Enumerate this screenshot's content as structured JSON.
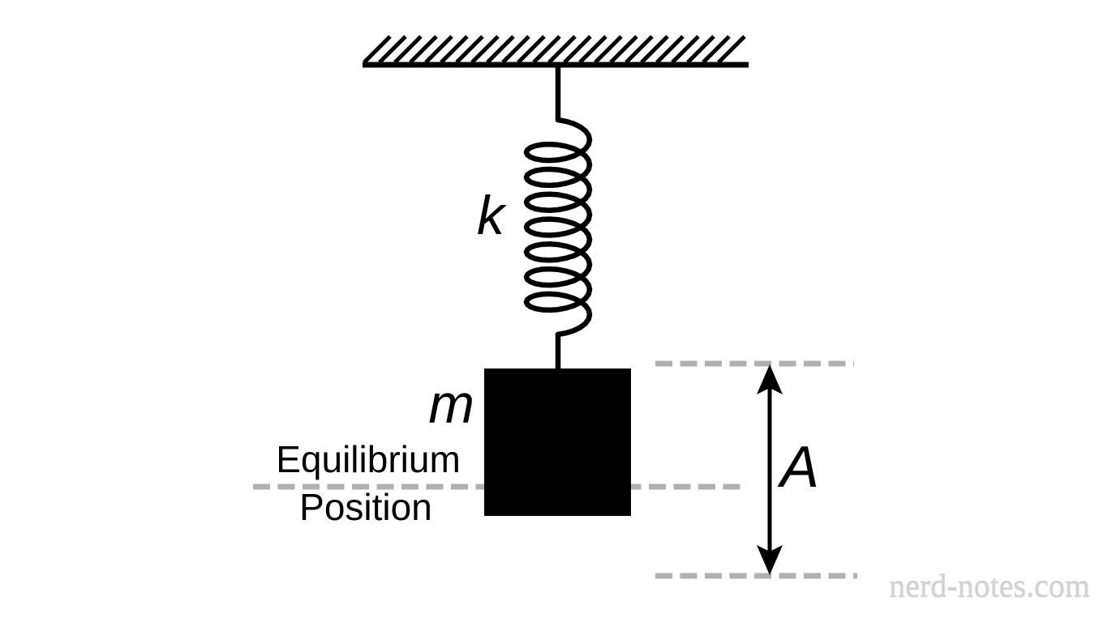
{
  "diagram": {
    "labels": {
      "spring_constant": "k",
      "mass": "m",
      "amplitude": "A",
      "equilibrium_line1": "Equilibrium",
      "equilibrium_line2": "Position"
    },
    "watermark": "nerd-notes.com",
    "colors": {
      "ink": "#000000",
      "dashed_line": "#b0b0b0",
      "mass_fill": "#000000",
      "watermark_text": "#d2d2d2",
      "background": "#ffffff"
    }
  }
}
